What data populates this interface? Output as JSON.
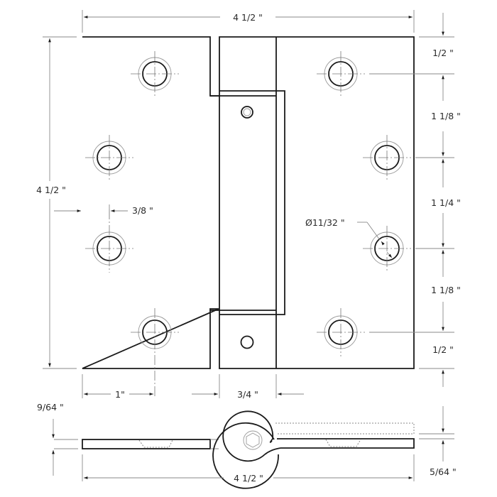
{
  "drawing": {
    "title": "Spring Hinge Technical Drawing",
    "stroke_color": "#1a1a1a",
    "dimension_color": "#8a8a8a"
  },
  "dimensions": {
    "overall_width_top": "4 1/2 \"",
    "overall_height_left": "4 1/2 \"",
    "hole_offset_edge": "3/8 \"",
    "hole_diameter": "Ø11/32 \"",
    "right_top_margin": "1/2 \"",
    "right_spacing_1": "1 1/8 \"",
    "right_spacing_2": "1 1/4 \"",
    "right_spacing_3": "1 1/8 \"",
    "right_bottom_margin": "1/2 \"",
    "hole_inset_bottom": "1\"",
    "knuckle_width": "3/4 \"",
    "side_thickness_left": "9/64 \"",
    "side_thickness_right": "5/64 \"",
    "overall_width_bottom": "4 1/2 \""
  }
}
